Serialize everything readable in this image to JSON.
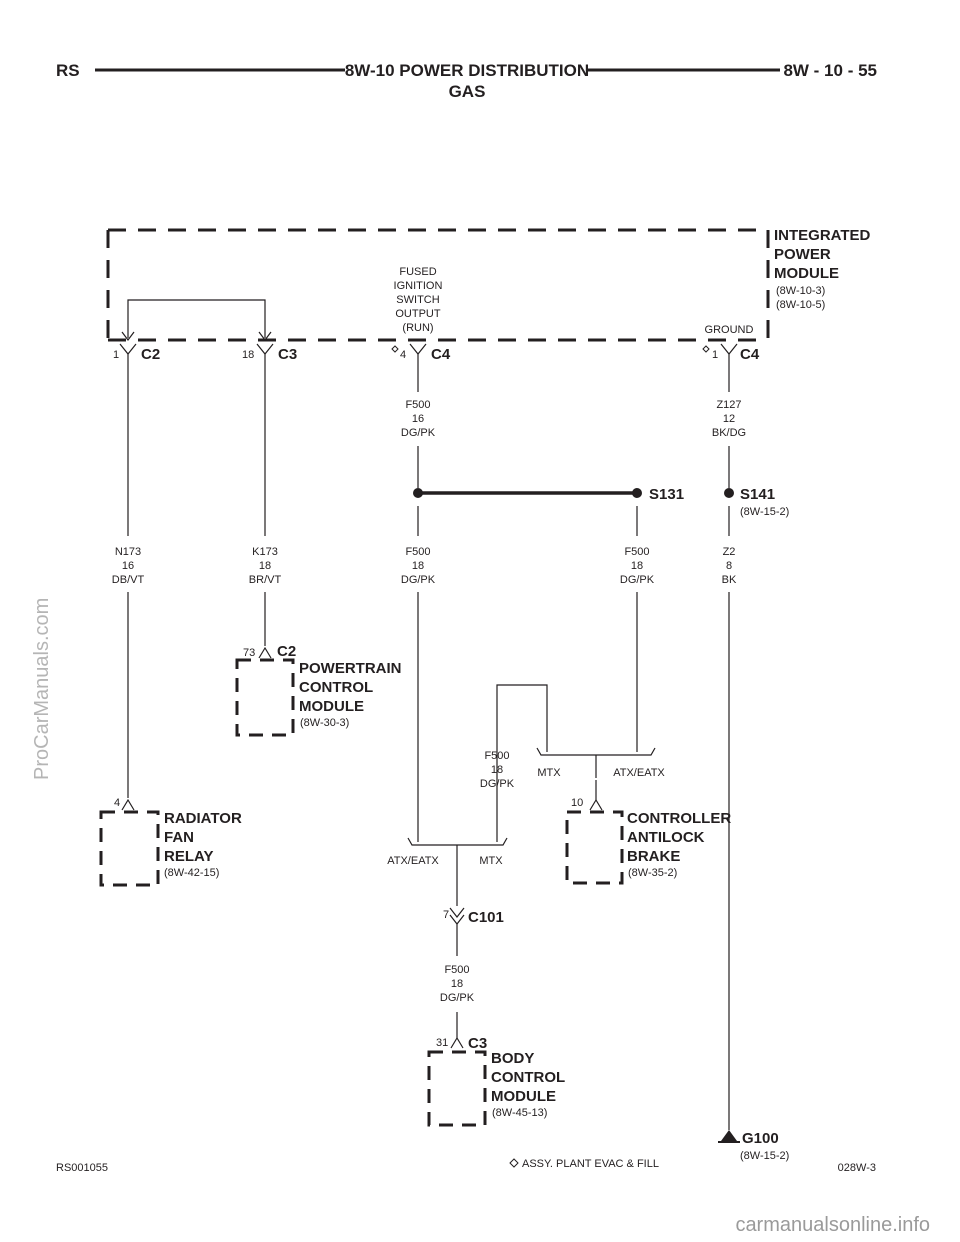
{
  "header": {
    "left": "RS",
    "title_line1": "8W-10 POWER DISTRIBUTION",
    "title_line2": "GAS",
    "right": "8W - 10 - 55"
  },
  "modules": {
    "ipm": {
      "name": [
        "INTEGRATED",
        "POWER",
        "MODULE"
      ],
      "refs": [
        "(8W-10-3)",
        "(8W-10-5)"
      ]
    },
    "pcm": {
      "name": [
        "POWERTRAIN",
        "CONTROL",
        "MODULE"
      ],
      "ref": "(8W-30-3)"
    },
    "rfr": {
      "name": [
        "RADIATOR",
        "FAN",
        "RELAY"
      ],
      "ref": "(8W-42-15)"
    },
    "cab": {
      "name": [
        "CONTROLLER",
        "ANTILOCK",
        "BRAKE"
      ],
      "ref": "(8W-35-2)"
    },
    "bcm": {
      "name": [
        "BODY",
        "CONTROL",
        "MODULE"
      ],
      "ref": "(8W-45-13)"
    }
  },
  "ipm_labels": {
    "fused": [
      "FUSED",
      "IGNITION",
      "SWITCH",
      "OUTPUT",
      "(RUN)"
    ],
    "ground": "GROUND"
  },
  "connectors": {
    "c2_top": {
      "pin": "1",
      "name": "C2"
    },
    "c3_top": {
      "pin": "18",
      "name": "C3"
    },
    "c4_a": {
      "pin": "4",
      "name": "C4"
    },
    "c4_b": {
      "pin": "1",
      "name": "C4"
    },
    "pcm_c2": {
      "pin": "73",
      "name": "C2"
    },
    "rfr": {
      "pin": "4"
    },
    "cab": {
      "pin": "10"
    },
    "c101": {
      "pin": "7",
      "name": "C101"
    },
    "bcm_c3": {
      "pin": "31",
      "name": "C3"
    }
  },
  "wires": {
    "f500_16": [
      "F500",
      "16",
      "DG/PK"
    ],
    "z127": [
      "Z127",
      "12",
      "BK/DG"
    ],
    "n173": [
      "N173",
      "16",
      "DB/VT"
    ],
    "k173": [
      "K173",
      "18",
      "BR/VT"
    ],
    "f500_18_a": [
      "F500",
      "18",
      "DG/PK"
    ],
    "f500_18_b": [
      "F500",
      "18",
      "DG/PK"
    ],
    "z2": [
      "Z2",
      "8",
      "BK"
    ],
    "f500_18_c": [
      "F500",
      "18",
      "DG/PK"
    ],
    "f500_18_d": [
      "F500",
      "18",
      "DG/PK"
    ]
  },
  "splices": {
    "s131": "S131",
    "s141": {
      "name": "S141",
      "ref": "(8W-15-2)"
    }
  },
  "options": {
    "mtx": "MTX",
    "atx_eatx": "ATX/EATX",
    "mtx2": "MTX",
    "atx_eatx2": "ATX/EATX"
  },
  "ground": {
    "name": "G100",
    "ref": "(8W-15-2)"
  },
  "footer": {
    "left": "RS001055",
    "note": "ASSY. PLANT EVAC & FILL",
    "right": "028W-3"
  },
  "watermarks": {
    "side": "ProCarManuals.com",
    "bottom": "carmanualsonline.info"
  }
}
